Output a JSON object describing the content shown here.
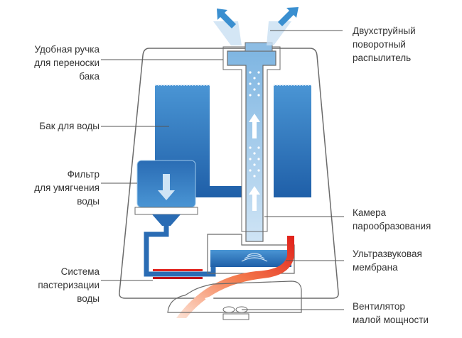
{
  "title": "Ultrasonic humidifier diagram",
  "colors": {
    "water_dark": "#1f5fa8",
    "water_light": "#4a95d4",
    "steam": "#9cc8ea",
    "heat_red": "#e0201a",
    "heat_orange": "#f27a4a",
    "outline": "#6b6b6b",
    "label_line": "#555555"
  },
  "labels": {
    "handle": [
      "Удобная ручка",
      "для переноски",
      "бака"
    ],
    "tank": [
      "Бак для воды"
    ],
    "filter": [
      "Фильтр",
      "для умягчения",
      "воды"
    ],
    "pasteurization": [
      "Система",
      "пастеризации",
      "воды"
    ],
    "sprayer": [
      "Двухструйный",
      "поворотный",
      "распылитель"
    ],
    "chamber": [
      "Камера",
      "парообразования"
    ],
    "membrane": [
      "Ультразвуковая",
      "мембрана"
    ],
    "fan": [
      "Вентилятор",
      "малой мощности"
    ]
  }
}
